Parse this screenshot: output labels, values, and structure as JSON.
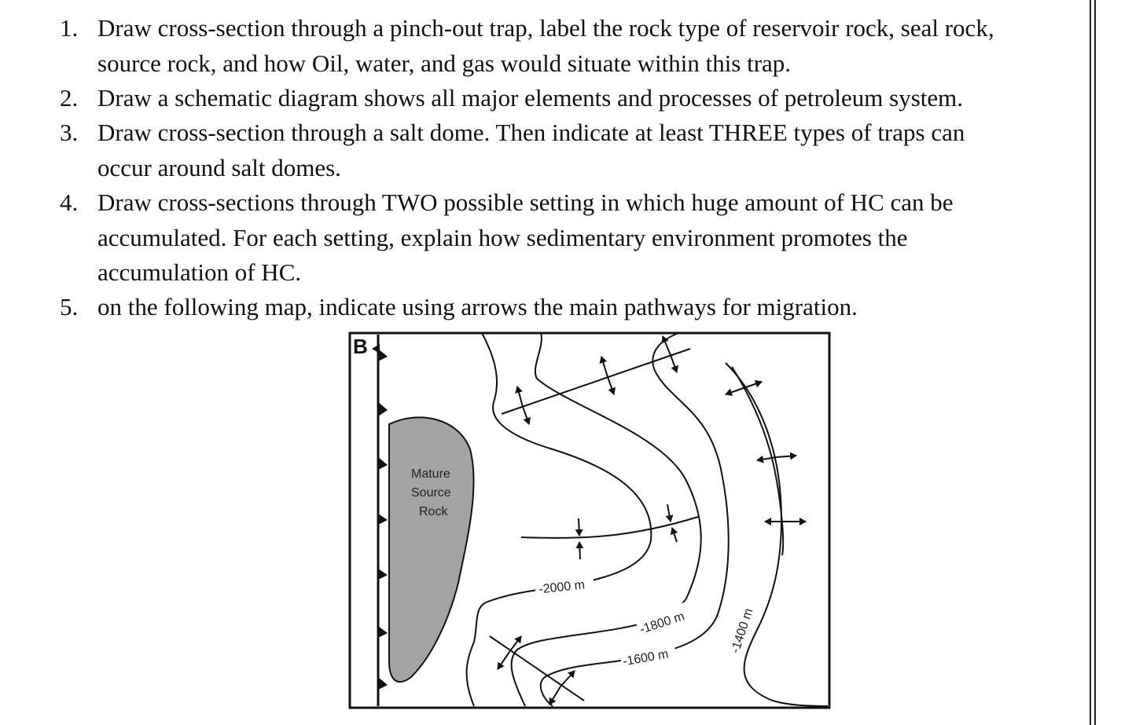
{
  "questions": [
    {
      "number": "1.",
      "lines": [
        "Draw cross-section through a pinch-out trap, label the rock type of reservoir rock, seal rock,",
        "source rock, and how Oil, water, and gas would situate within this trap."
      ]
    },
    {
      "number": "2.",
      "lines": [
        "Draw a schematic diagram shows all major elements and processes of petroleum system."
      ]
    },
    {
      "number": "3.",
      "lines": [
        "Draw cross-section through a salt dome. Then indicate at least THREE types of traps can",
        "occur around salt domes."
      ]
    },
    {
      "number": "4.",
      "lines": [
        "Draw cross-sections through TWO possible setting in which huge amount of HC can be",
        "accumulated. For each setting, explain how sedimentary environment promotes the",
        "accumulation of HC."
      ]
    },
    {
      "number": "5.",
      "lines": [
        "on the following map, indicate using arrows the main pathways for migration."
      ]
    }
  ],
  "map": {
    "panel_letter": "B",
    "source_label": [
      "Mature",
      "Source",
      "Rock"
    ],
    "contours": [
      "-2000 m",
      "-1800 m",
      "-1600 m",
      "-1400 m"
    ],
    "source_fill": "#a3a3a3"
  }
}
